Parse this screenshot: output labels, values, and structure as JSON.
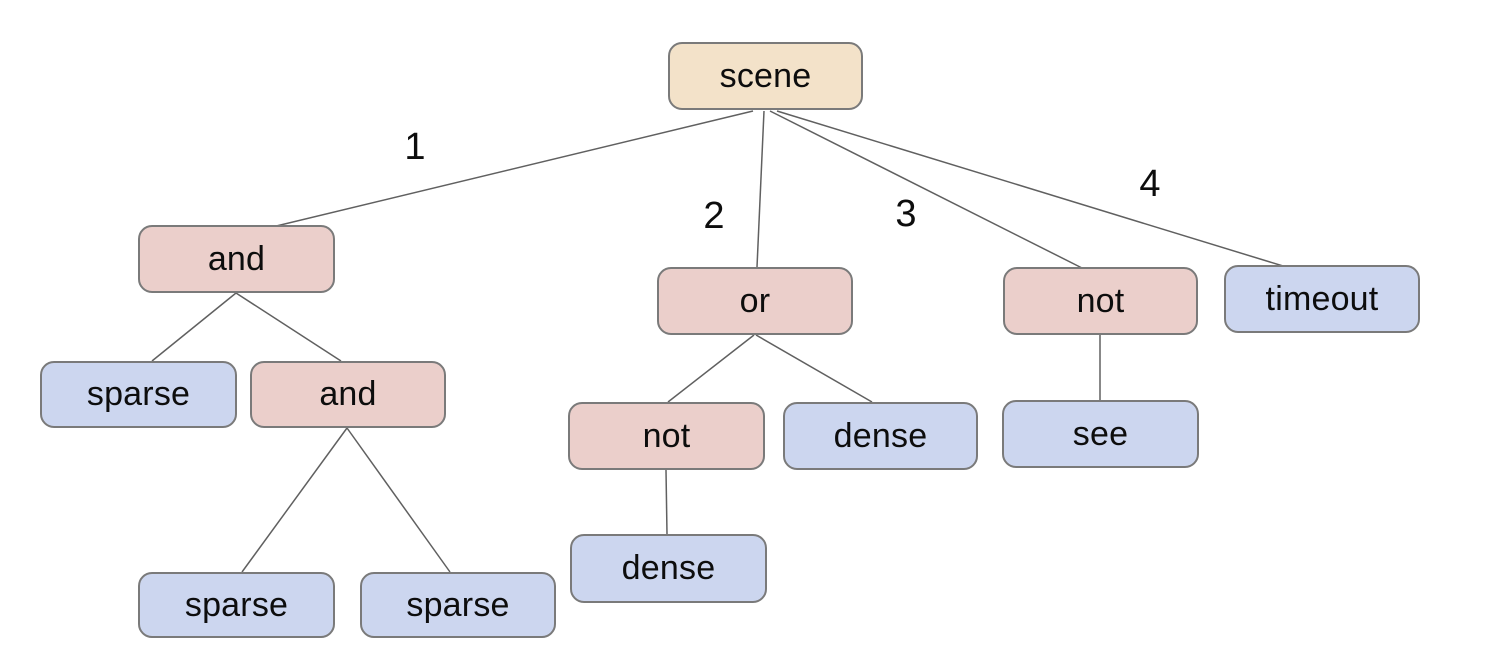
{
  "colors": {
    "root_fill": "#f3e2c9",
    "operator_fill": "#ebcfcb",
    "leaf_fill": "#ccd6ef",
    "node_border": "#7a7a7a",
    "edge_line": "#606060",
    "text": "#0d0d0d",
    "background": "#ffffff"
  },
  "tree": {
    "description": "Expression tree rooted at 'scene' with four numbered branches",
    "nodes": [
      {
        "id": "scene",
        "label": "scene",
        "type": "root",
        "parent": null
      },
      {
        "id": "and-a",
        "label": "and",
        "type": "operator",
        "parent": "scene",
        "edge_label": "1"
      },
      {
        "id": "or-a",
        "label": "or",
        "type": "operator",
        "parent": "scene",
        "edge_label": "2"
      },
      {
        "id": "not-a",
        "label": "not",
        "type": "operator",
        "parent": "scene",
        "edge_label": "3"
      },
      {
        "id": "timeout-a",
        "label": "timeout",
        "type": "leaf",
        "parent": "scene",
        "edge_label": "4"
      },
      {
        "id": "sparse-a",
        "label": "sparse",
        "type": "leaf",
        "parent": "and-a"
      },
      {
        "id": "and-b",
        "label": "and",
        "type": "operator",
        "parent": "and-a"
      },
      {
        "id": "not-b",
        "label": "not",
        "type": "operator",
        "parent": "or-a"
      },
      {
        "id": "dense-a",
        "label": "dense",
        "type": "leaf",
        "parent": "or-a"
      },
      {
        "id": "see-a",
        "label": "see",
        "type": "leaf",
        "parent": "not-a"
      },
      {
        "id": "dense-b",
        "label": "dense",
        "type": "leaf",
        "parent": "not-b"
      },
      {
        "id": "sparse-b",
        "label": "sparse",
        "type": "leaf",
        "parent": "and-b"
      },
      {
        "id": "sparse-c",
        "label": "sparse",
        "type": "leaf",
        "parent": "and-b"
      }
    ]
  }
}
